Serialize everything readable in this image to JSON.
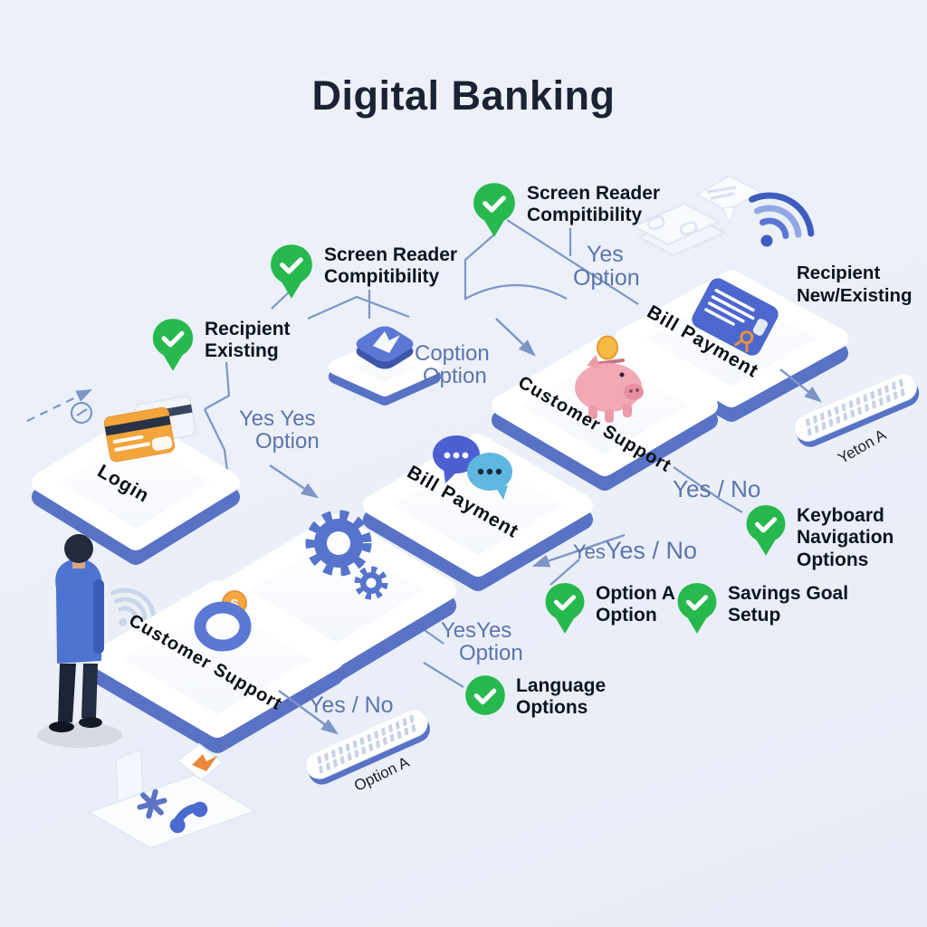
{
  "title": "Digital Banking",
  "tiles": [
    {
      "id": "login",
      "label": "Login",
      "icon": "credit-card"
    },
    {
      "id": "settings",
      "icon": "gears"
    },
    {
      "id": "bill-payment-center",
      "label": "Bill Payment",
      "icon": "chat-bubbles"
    },
    {
      "id": "customer-support-upper",
      "label": "Customer Support",
      "icon": "piggy-bank"
    },
    {
      "id": "bill-payment-right",
      "label": "Bill Payment",
      "icon": "invoice"
    },
    {
      "id": "customer-support-lower",
      "label": "Customer Support",
      "icon": "ring-coin"
    },
    {
      "id": "app-button",
      "icon": "app-tile"
    }
  ],
  "pins": [
    {
      "id": "screen-reader-top",
      "lines": [
        "Screen Reader",
        "Compitibility"
      ]
    },
    {
      "id": "screen-reader-left",
      "lines": [
        "Screen Reader",
        "Compitibility"
      ]
    },
    {
      "id": "recipient-existing",
      "lines": [
        "Recipient",
        "Existing"
      ]
    },
    {
      "id": "keyboard-navigation",
      "lines": [
        "Keyboard",
        "Navigation",
        "Options"
      ]
    },
    {
      "id": "option-a-option",
      "lines": [
        "Option A",
        "Option"
      ]
    },
    {
      "id": "savings-goal-setup",
      "lines": [
        "Savings Goal",
        "Setup"
      ]
    },
    {
      "id": "language-options",
      "lines": [
        "Language",
        "Options"
      ]
    }
  ],
  "labels": {
    "yes_option": [
      "Yes",
      "Option"
    ],
    "coption_option": [
      "Coption",
      "Option"
    ],
    "yes_yes_option_left": [
      "Yes Yes",
      "Option"
    ],
    "yes_no_upper": "Yes / No",
    "yes_small": "Yes",
    "yes_no_mid": "Yes / No",
    "yesyes_option_mid": [
      "YesYes",
      "Option"
    ],
    "yes_no_lower": "Yes / No",
    "recipient_new": [
      "Recipient",
      "New/Existing"
    ]
  },
  "sliders": [
    {
      "id": "slider-right",
      "label": "Yeton A"
    },
    {
      "id": "slider-bottom",
      "label": "Option A"
    }
  ],
  "icons": {
    "coin_symbol": "S"
  },
  "colors": {
    "pin_green": "#27b94e",
    "connector_blue": "#7e95c5",
    "tile_edge": "#5872c6",
    "decision_blue": "#5c75ab",
    "ink": "#0d1422",
    "background": "#edf1f9"
  }
}
